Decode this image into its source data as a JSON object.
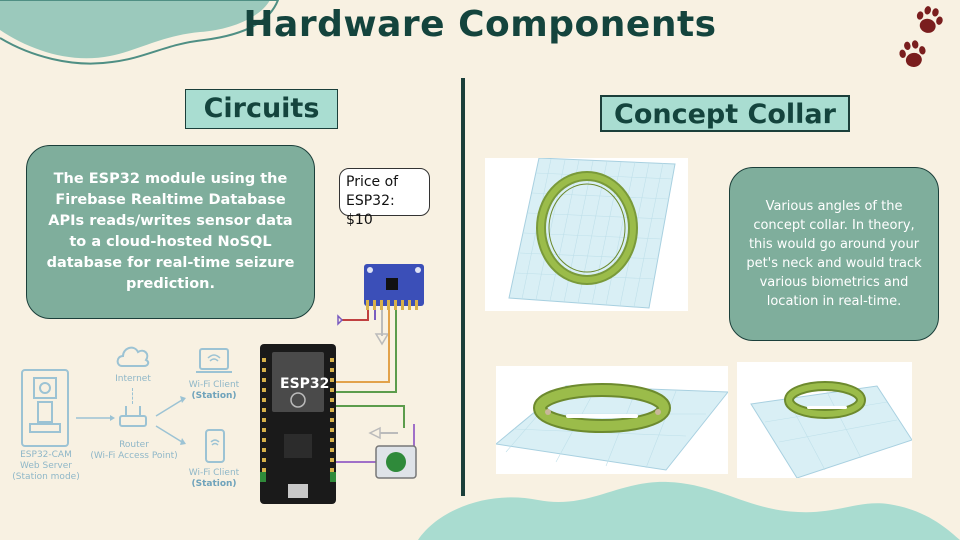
{
  "slide": {
    "title": "Hardware Components",
    "colors": {
      "background": "#f8f1e2",
      "accent": "#a9ddd1",
      "card": "#7fae9c",
      "dark": "#14443d",
      "paw": "#7a1e1e"
    },
    "icons": [
      "paw-print-icon",
      "paw-print-icon"
    ]
  },
  "circuits": {
    "heading": "Circuits",
    "description": "The ESP32 module using the Firebase Realtime Database APIs reads/writes sensor data to a cloud-hosted NoSQL database for real-time seizure prediction.",
    "price_line1": "Price of",
    "price_line2": "ESP32: $10",
    "network_diagram": {
      "internet": "Internet",
      "router": "Router",
      "router_sub": "(Wi-Fi Access Point)",
      "server_line1": "ESP32-CAM",
      "server_line2": "Web Server",
      "server_line3": "(Station mode)",
      "client_top_line1": "Wi-Fi Client",
      "client_top_line2": "(Station)",
      "client_bottom_line1": "Wi-Fi Client",
      "client_bottom_line2": "(Station)"
    },
    "board_label": "ESP32"
  },
  "collar": {
    "heading": "Concept Collar",
    "description": "Various angles of the concept collar. In theory, this would go around your pet's neck and would track various biometrics and location in real-time."
  }
}
